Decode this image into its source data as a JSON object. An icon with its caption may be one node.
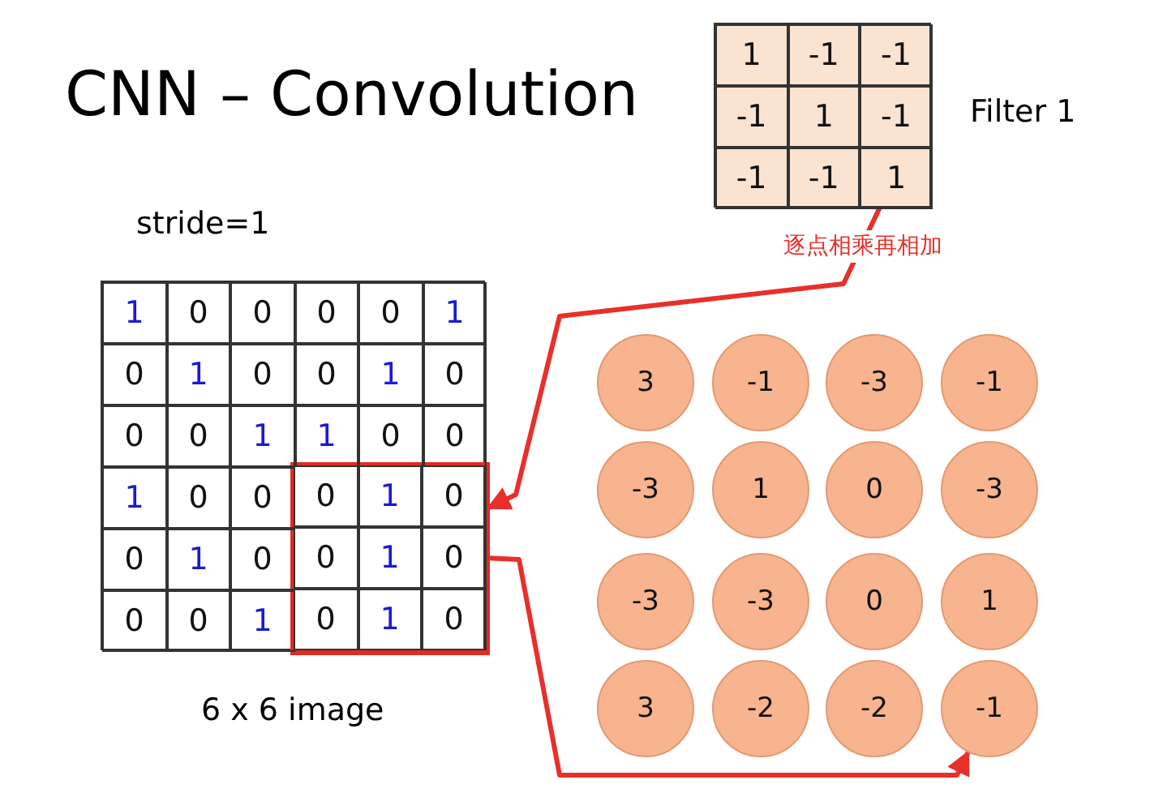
{
  "diagram": {
    "title": "CNN – Convolution",
    "nodes": [
      {
        "text": [],
        "shape": "box",
        "beside": [
          "Filter 1"
        ]
      },
      {
        "text": [
          "1"
        ],
        "in": 0
      },
      {
        "text": [
          "-1"
        ],
        "in": 0
      },
      {
        "text": [
          "-1"
        ],
        "in": 0
      },
      {
        "text": [
          "-1"
        ],
        "in": 0
      },
      {
        "text": [
          "1"
        ],
        "in": 0
      },
      {
        "text": [
          "-1"
        ],
        "in": 0
      },
      {
        "text": [
          "-1"
        ],
        "in": 0
      },
      {
        "text": [
          "-1"
        ],
        "in": 0
      },
      {
        "text": [
          "1"
        ],
        "in": 0
      },
      {
        "text": [],
        "shape": "box"
      },
      {
        "text": [],
        "shape": "box",
        "in": 10
      },
      {
        "text": [
          "1"
        ],
        "in": 10
      },
      {
        "text": [
          "0"
        ],
        "in": 10
      },
      {
        "text": [
          "0"
        ],
        "in": 10
      },
      {
        "text": [
          "0"
        ],
        "in": 10
      },
      {
        "text": [
          "0"
        ],
        "in": 10
      },
      {
        "text": [
          "1"
        ],
        "in": 10
      },
      {
        "text": [
          "0"
        ],
        "in": 10
      },
      {
        "text": [
          "1"
        ],
        "in": 10
      },
      {
        "text": [
          "0"
        ],
        "in": 10
      },
      {
        "text": [
          "0"
        ],
        "in": 10
      },
      {
        "text": [
          "1"
        ],
        "in": 10
      },
      {
        "text": [
          "0"
        ],
        "in": 10
      },
      {
        "text": [
          "0"
        ],
        "in": 10
      },
      {
        "text": [
          "0"
        ],
        "in": 10
      },
      {
        "text": [
          "1"
        ],
        "in": 10
      },
      {
        "text": [
          "1"
        ],
        "in": 10
      },
      {
        "text": [
          "0"
        ],
        "in": 10
      },
      {
        "text": [
          "0"
        ],
        "in": 10
      },
      {
        "text": [
          "1"
        ],
        "in": 10
      },
      {
        "text": [
          "0"
        ],
        "in": 10
      },
      {
        "text": [
          "0"
        ],
        "in": 10
      },
      {
        "text": [
          "0"
        ],
        "in": 11
      },
      {
        "text": [
          "1"
        ],
        "in": 11
      },
      {
        "text": [
          "0"
        ],
        "in": 11
      },
      {
        "text": [
          "0"
        ],
        "in": 10
      },
      {
        "text": [
          "1"
        ],
        "in": 10
      },
      {
        "text": [
          "0"
        ],
        "in": 10
      },
      {
        "text": [
          "0"
        ],
        "in": 11
      },
      {
        "text": [
          "1"
        ],
        "in": 11
      },
      {
        "text": [
          "0"
        ],
        "in": 11
      },
      {
        "text": [
          "0"
        ],
        "in": 10
      },
      {
        "text": [
          "0"
        ],
        "in": 10
      },
      {
        "text": [
          "1"
        ],
        "in": 10
      },
      {
        "text": [
          "0"
        ],
        "in": 11
      },
      {
        "text": [
          "1"
        ],
        "in": 11
      },
      {
        "text": [
          "0"
        ],
        "in": 11
      },
      {
        "text": [
          "3"
        ]
      },
      {
        "text": [
          "-1"
        ]
      },
      {
        "text": [
          "-3"
        ]
      },
      {
        "text": [
          "-1"
        ]
      },
      {
        "text": [
          "-3"
        ]
      },
      {
        "text": [
          "1"
        ]
      },
      {
        "text": [
          "0"
        ]
      },
      {
        "text": [
          "-3"
        ]
      },
      {
        "text": [
          "-3"
        ]
      },
      {
        "text": [
          "-3"
        ]
      },
      {
        "text": [
          "0"
        ]
      },
      {
        "text": [
          "1"
        ]
      },
      {
        "text": [
          "3"
        ]
      },
      {
        "text": [
          "-2"
        ]
      },
      {
        "text": [
          "-2"
        ]
      },
      {
        "text": [
          "-1"
        ]
      }
    ],
    "edges": [
      {
        "from": 9,
        "to": 11,
        "arrow": "to",
        "label": "逐点相乘再相加"
      },
      {
        "from": 41,
        "to": 63,
        "arrow": "to"
      }
    ],
    "labels": [
      "stride=1",
      "6 x 6 image"
    ]
  }
}
